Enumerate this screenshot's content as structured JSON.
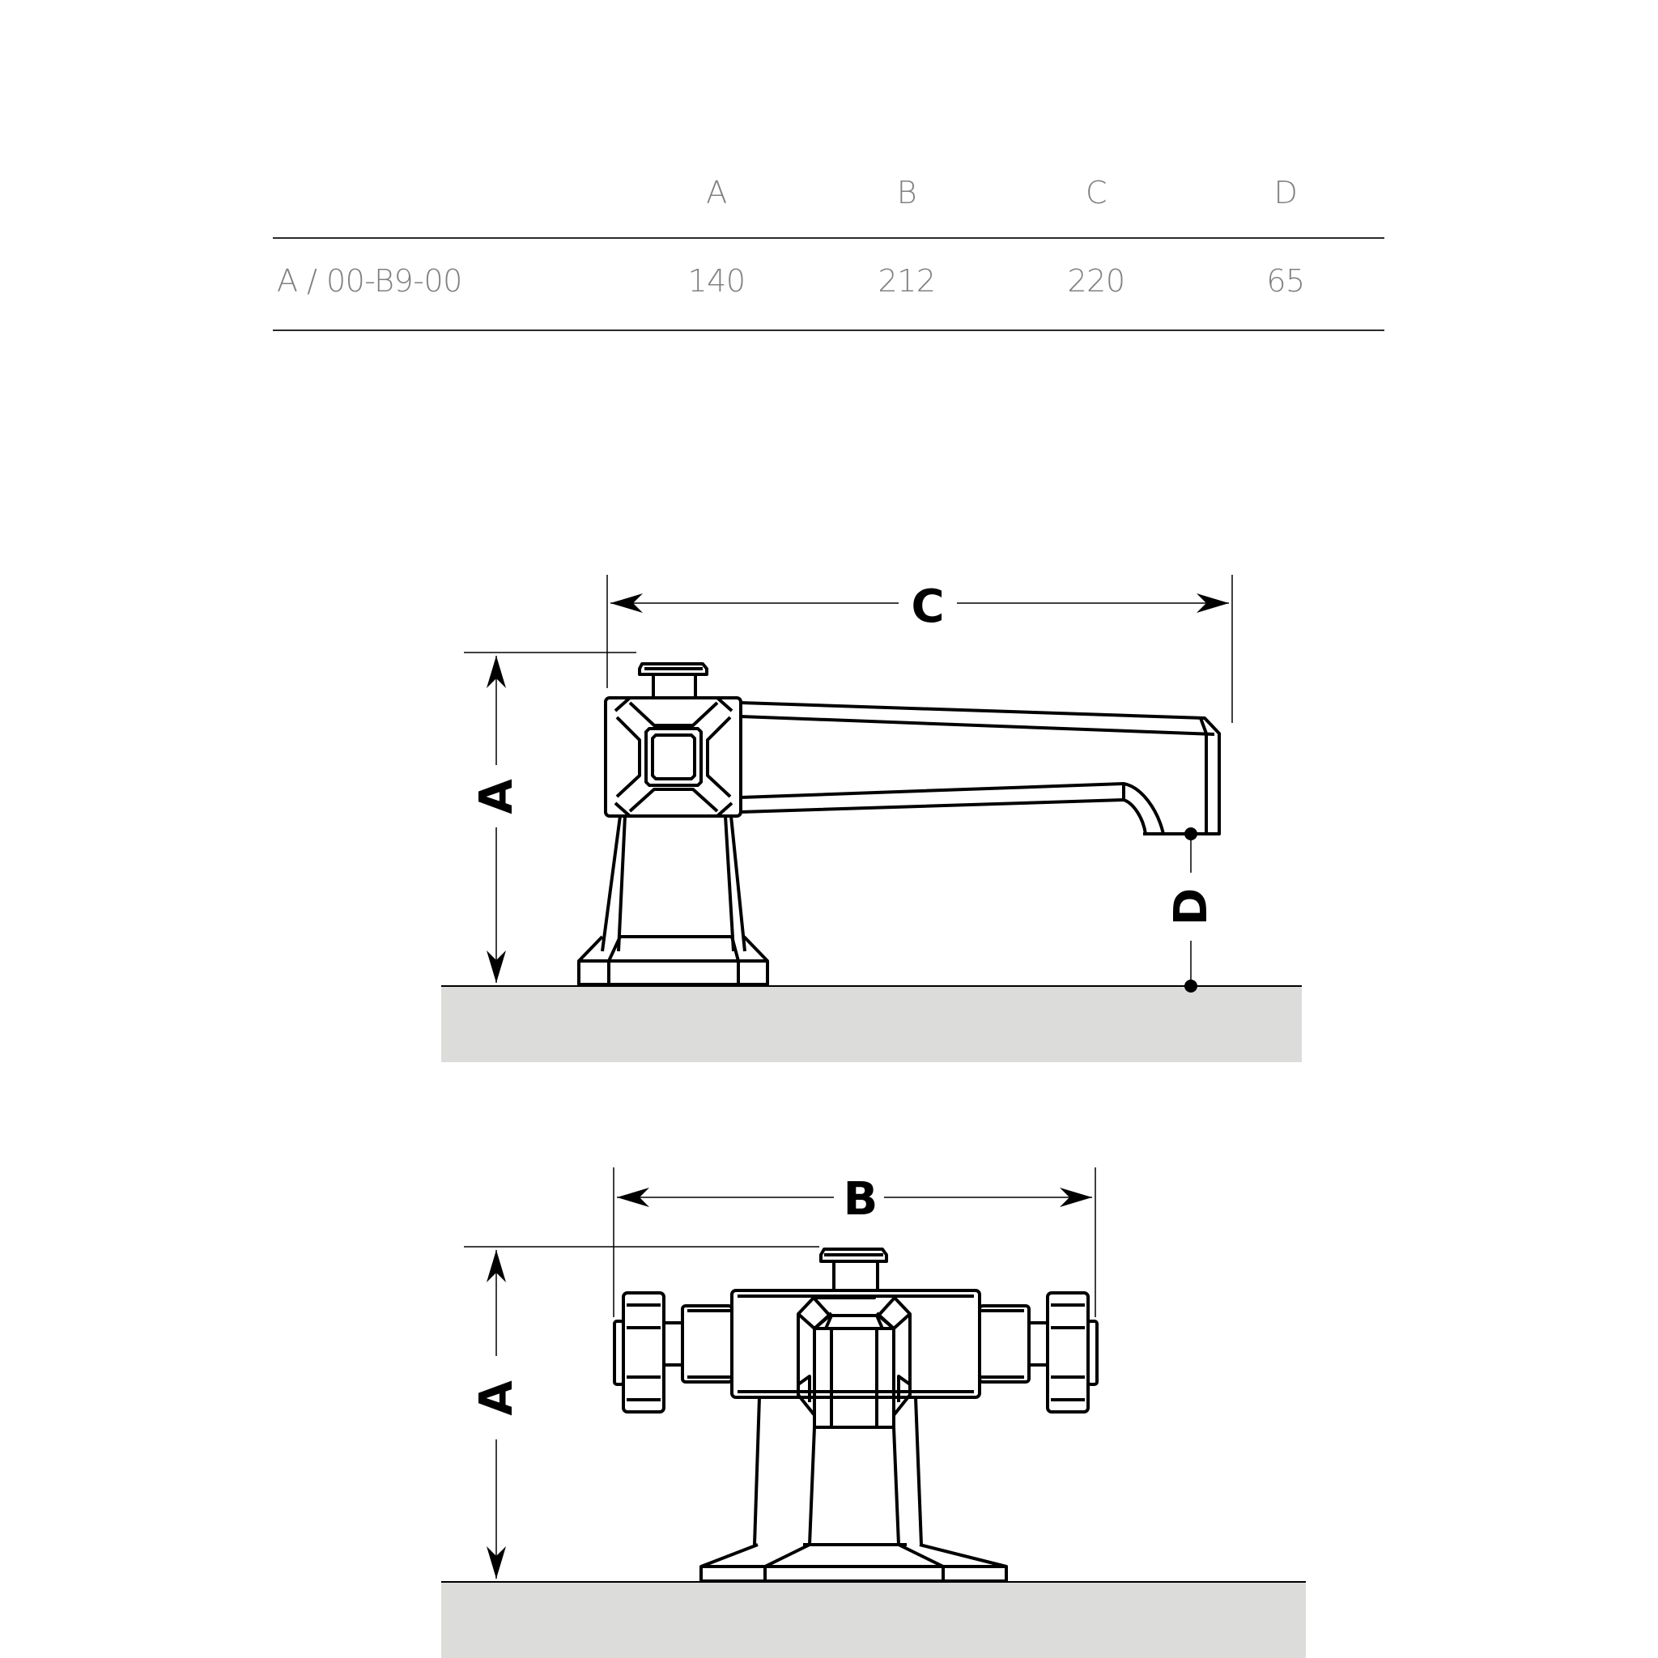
{
  "table": {
    "columns": [
      "",
      "A",
      "B",
      "C",
      "D"
    ],
    "rows": [
      {
        "model": "A / 00-B9-00",
        "A": "140",
        "B": "212",
        "C": "220",
        "D": "65"
      }
    ]
  },
  "side_view": {
    "labels": {
      "height": "A",
      "length": "C",
      "spout_clearance": "D"
    }
  },
  "front_view": {
    "labels": {
      "height": "A",
      "width": "B"
    }
  },
  "colors": {
    "text_gray": "#808080",
    "rule": "#2a2a2a",
    "line": "#000000",
    "surface": "#dcdcda"
  }
}
